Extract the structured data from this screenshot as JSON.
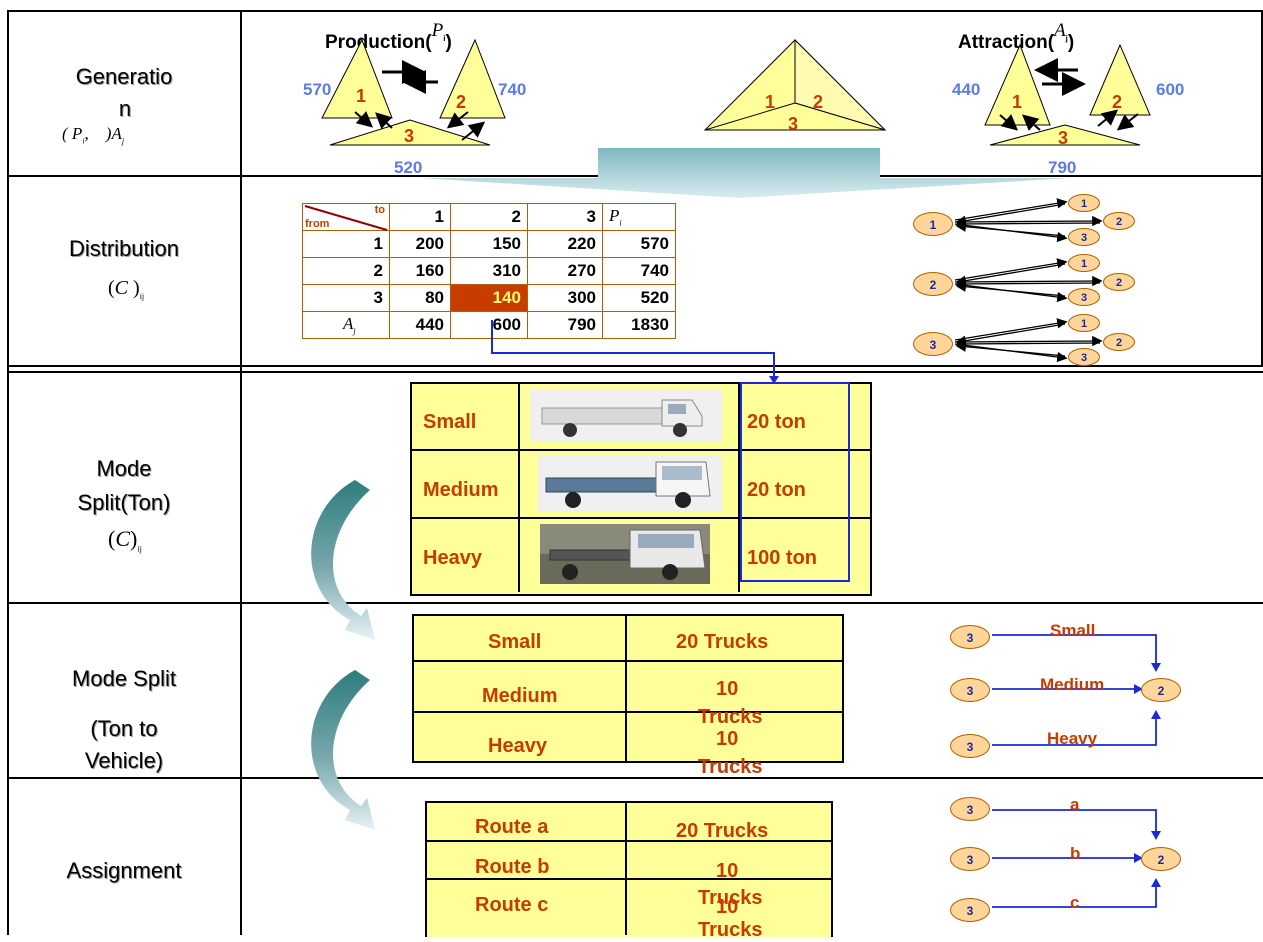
{
  "rows": {
    "generation": {
      "label_line1": "Generatio",
      "label_line2": "n",
      "formula_p": "P",
      "formula_i": "i",
      "formula_a": "A",
      "formula_j": "j"
    },
    "distribution": {
      "label": "Distribution",
      "formula_c": "C",
      "formula_ij": "ij"
    },
    "mode_split_ton": {
      "label_line1": "Mode",
      "label_line2": "Split(Ton)",
      "formula_c": "C",
      "formula_ij": "ij"
    },
    "mode_split_vehicle": {
      "label_line1": "Mode Split",
      "label_line2": "(Ton to",
      "label_line3": "Vehicle)"
    },
    "assignment": {
      "label": "Assignment"
    }
  },
  "generation": {
    "production_title": "Production(",
    "production_sym": "P",
    "production_sub": "i",
    "production_close": ")",
    "attraction_title": "Attraction(",
    "attraction_sym": "A",
    "attraction_sub": "j",
    "attraction_close": ")",
    "production_values": {
      "zone1": "570",
      "zone2": "740",
      "zone3": "520"
    },
    "attraction_values": {
      "zone1": "440",
      "zone2": "600",
      "zone3": "790"
    },
    "zone_labels": [
      "1",
      "2",
      "3"
    ]
  },
  "distribution_table": {
    "corner_to": "to",
    "corner_from": "from",
    "headers": [
      "1",
      "2",
      "3",
      "P"
    ],
    "header_sub": "i",
    "rows": [
      {
        "label": "1",
        "cells": [
          "200",
          "150",
          "220",
          "570"
        ]
      },
      {
        "label": "2",
        "cells": [
          "160",
          "310",
          "270",
          "740"
        ]
      },
      {
        "label": "3",
        "cells": [
          "80",
          "140",
          "300",
          "520"
        ]
      }
    ],
    "totals_label": "A",
    "totals_sub": "j",
    "totals": [
      "440",
      "600",
      "790",
      "1830"
    ],
    "highlight_color": "#c83c00"
  },
  "distribution_nodes": {
    "origins": [
      "1",
      "2",
      "3"
    ],
    "dest": [
      "1",
      "2",
      "3"
    ]
  },
  "mode_split_ton": {
    "rows": [
      {
        "mode": "Small",
        "capacity": "20 ton"
      },
      {
        "mode": "Medium",
        "capacity": "20 ton"
      },
      {
        "mode": "Heavy",
        "capacity": "100 ton"
      }
    ]
  },
  "mode_split_vehicle": {
    "rows": [
      {
        "mode": "Small",
        "trucks": "20 Trucks"
      },
      {
        "mode": "Medium",
        "trucks_line1": "10",
        "trucks_line2": "Trucks"
      },
      {
        "mode": "Heavy",
        "trucks_line1": "10",
        "trucks_line2": "Trucks"
      }
    ],
    "diagram": {
      "origin": "3",
      "dest": "2",
      "links": [
        "Small",
        "Medium",
        "Heavy"
      ]
    }
  },
  "assignment": {
    "rows": [
      {
        "route": "Route a",
        "trucks": "20 Trucks"
      },
      {
        "route": "Route b",
        "trucks_line1": "10",
        "trucks_line2": "Trucks"
      },
      {
        "route": "Route c",
        "trucks_line1": "10",
        "trucks_line2": "Trucks"
      }
    ],
    "diagram": {
      "origin": "3",
      "dest": "2",
      "links": [
        "a",
        "b",
        "c"
      ]
    }
  },
  "colors": {
    "accent_blue": "#5b7be6",
    "accent_red": "#c63c00",
    "yellow": "#ffff99",
    "teal": "#2e7d7d"
  }
}
